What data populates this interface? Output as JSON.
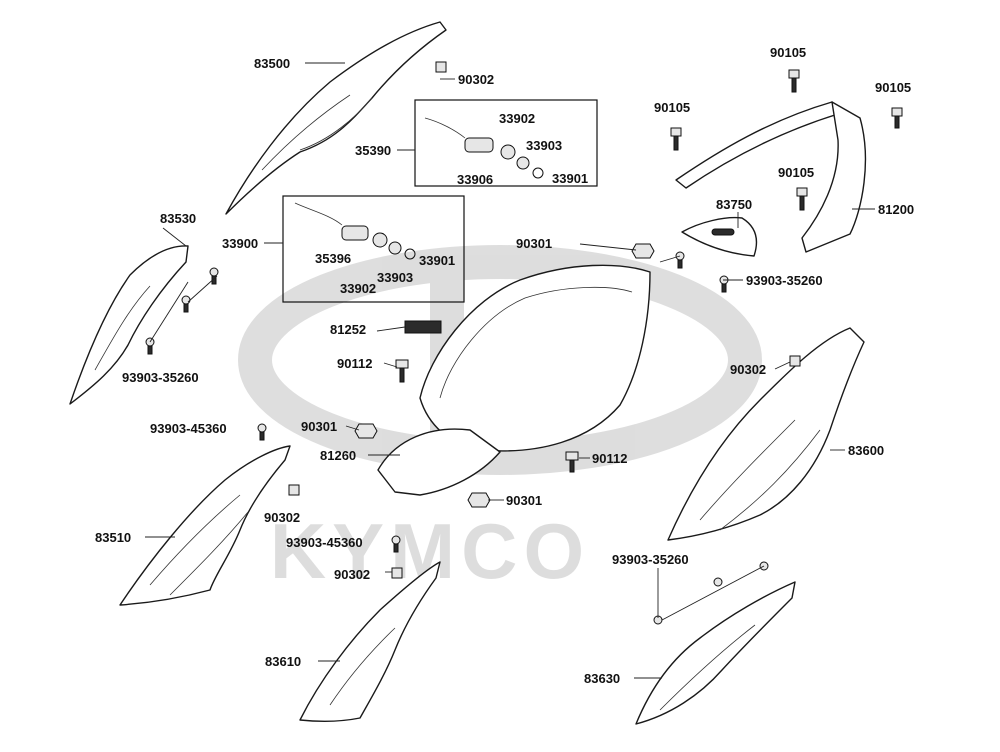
{
  "watermark": {
    "brand": "KYMCO"
  },
  "labels": {
    "p83500": "83500",
    "p90302_top": "90302",
    "p35390": "35390",
    "p33902_a": "33902",
    "p33903_a": "33903",
    "p33906": "33906",
    "p33901_a": "33901",
    "p83530": "83530",
    "p33900": "33900",
    "p35396": "35396",
    "p33902_b": "33902",
    "p33903_b": "33903",
    "p33901_b": "33901",
    "p93903_35260_left": "93903-35260",
    "p90105_a": "90105",
    "p90105_b": "90105",
    "p90105_c": "90105",
    "p90105_d": "90105",
    "p83750": "83750",
    "p81200": "81200",
    "p90301_a": "90301",
    "p93903_35260_right": "93903-35260",
    "p81252": "81252",
    "p90112_a": "90112",
    "p90302_right": "90302",
    "p93903_45360_a": "93903-45360",
    "p90301_b": "90301",
    "p81260": "81260",
    "p90112_b": "90112",
    "p83600": "83600",
    "p90301_c": "90301",
    "p83510": "83510",
    "p90302_c": "90302",
    "p93903_45360_b": "93903-45360",
    "p90302_d": "90302",
    "p93903_35260_bottom": "93903-35260",
    "p83610": "83610",
    "p83630": "83630"
  }
}
